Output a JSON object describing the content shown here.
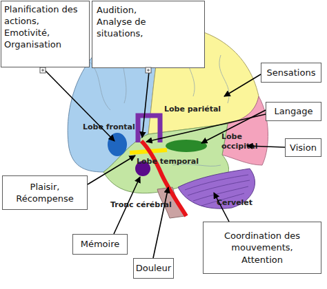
{
  "diagram": {
    "nodes": [
      {
        "text": [
          "Planification des actions, Emotivité, Organisation"
        ]
      },
      {
        "text": [
          "Audition, Analyse de situations,"
        ]
      },
      {
        "text": [
          "Sensations"
        ]
      },
      {
        "text": [
          "Langage"
        ]
      },
      {
        "text": [
          "Vision"
        ]
      },
      {
        "text": [
          "Plaisir, Récompense"
        ]
      },
      {
        "text": [
          "Coordination des mouvements, Attention"
        ]
      },
      {
        "text": [
          "Mémoire"
        ]
      },
      {
        "text": [
          "Douleur"
        ]
      }
    ],
    "labels": [
      "Lobe frontal",
      "Lobe pariétal",
      "Lobe occipital",
      "Lobe temporal",
      "Tronc cérébral",
      "Cervelet"
    ]
  }
}
